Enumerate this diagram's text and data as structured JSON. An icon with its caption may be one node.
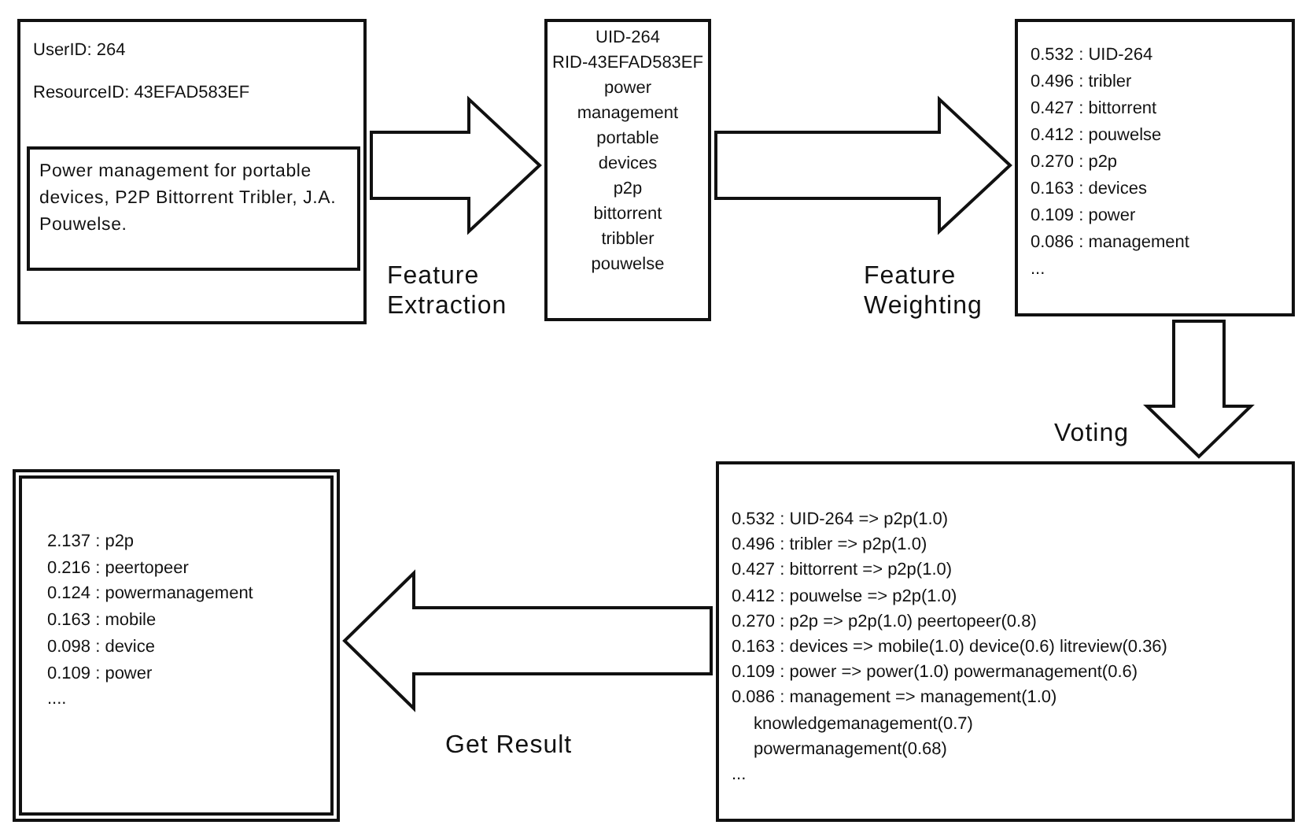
{
  "diagram": {
    "nodes": [
      {
        "text": [
          "UserID: 264",
          "ResourceID: 43EFAD583EF"
        ]
      },
      {
        "text": [
          "Power management for portable devices, P2P Bittorrent Tribler, J.A. Pouwelse."
        ],
        "in": 0
      },
      {
        "text": [
          "UID-264",
          "RID-43EFAD583EF",
          "power",
          "management",
          "portable",
          "devices",
          "p2p",
          "bittorrent",
          "tribbler",
          "pouwelse"
        ]
      },
      {
        "text": [
          "0.532 : UID-264",
          "0.496 : tribler",
          "0.427 : bittorrent",
          "0.412 : pouwelse",
          "0.270 : p2p",
          "0.163 : devices",
          "0.109 : power",
          "0.086 : management",
          "..."
        ]
      },
      {
        "text": [
          "0.532 : UID-264 => p2p(1.0)",
          "0.496 : tribler => p2p(1.0)",
          "0.427 : bittorrent => p2p(1.0)",
          "0.412 : pouwelse => p2p(1.0)",
          "0.270 : p2p => p2p(1.0) peertopeer(0.8)",
          "0.163 : devices => mobile(1.0) device(0.6) litreview(0.36)",
          "0.109 : power => power(1.0) powermanagement(0.6)",
          "0.086 : management => management(1.0) knowledgemanagement(0.7) powermanagement(0.68)",
          "..."
        ]
      },
      {
        "text": [
          "2.137 : p2p",
          "0.216 : peertopeer",
          "0.124 : powermanagement",
          "0.163 : mobile",
          "0.098 : device",
          "0.109 : power",
          "...."
        ]
      }
    ],
    "edges": [
      {
        "from": 0,
        "to": 2,
        "arrow": "to",
        "label": "Feature Extraction"
      },
      {
        "from": 2,
        "to": 3,
        "arrow": "to",
        "label": "Feature Weighting"
      },
      {
        "from": 3,
        "to": 4,
        "arrow": "to",
        "label": "Voting"
      },
      {
        "from": 4,
        "to": 5,
        "arrow": "to",
        "label": "Get Result"
      }
    ]
  }
}
